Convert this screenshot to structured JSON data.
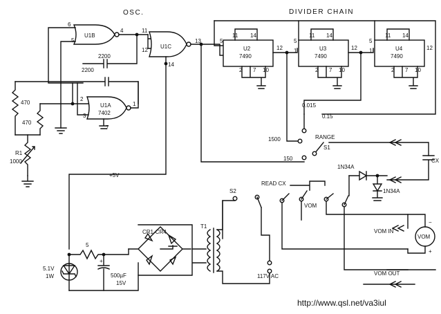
{
  "titles": {
    "osc": "OSC.",
    "divider": "DIVIDER CHAIN"
  },
  "gates": {
    "u1b": "U1B",
    "u1c": "U1C",
    "u1a_name": "U1A",
    "u1a_part": "7402"
  },
  "counters": [
    {
      "name": "U2",
      "part": "7490"
    },
    {
      "name": "U3",
      "part": "7490"
    },
    {
      "name": "U4",
      "part": "7490"
    }
  ],
  "pins": {
    "p1": "1",
    "p2": "2",
    "p3": "3",
    "p4": "4",
    "p5": "5",
    "p6": "6",
    "p7": "7",
    "p10": "10",
    "p11": "11",
    "p12": "12",
    "p13": "13",
    "p14": "14"
  },
  "components": {
    "c2200a": "2200",
    "c2200b": "2200",
    "r470a": "470",
    "r470b": "470",
    "r1": "R1",
    "r1val": "1000",
    "v5": "+5V",
    "c015": "0.015",
    "c15": "0.15",
    "r1500": "1500",
    "r150": "150",
    "range": "RANGE",
    "s1": "S1",
    "cx": "CX",
    "d1": "1N34A",
    "d2": "1N34A",
    "s2": "S2",
    "readcx": "READ CX",
    "vom_sw": "VOM",
    "vom_in": "VOM IN",
    "vom_out": "VOM OUT",
    "vom_meter": "VOM",
    "minus": "−",
    "plus": "+",
    "cr": "CR1-CR4",
    "t1": "T1",
    "ac": "117V AC",
    "r5": "5",
    "zener1": "5.1V",
    "zener2": "1W",
    "cap1": "500µF",
    "cap2": "15V"
  },
  "url": "http://www.qsl.net/va3iul"
}
